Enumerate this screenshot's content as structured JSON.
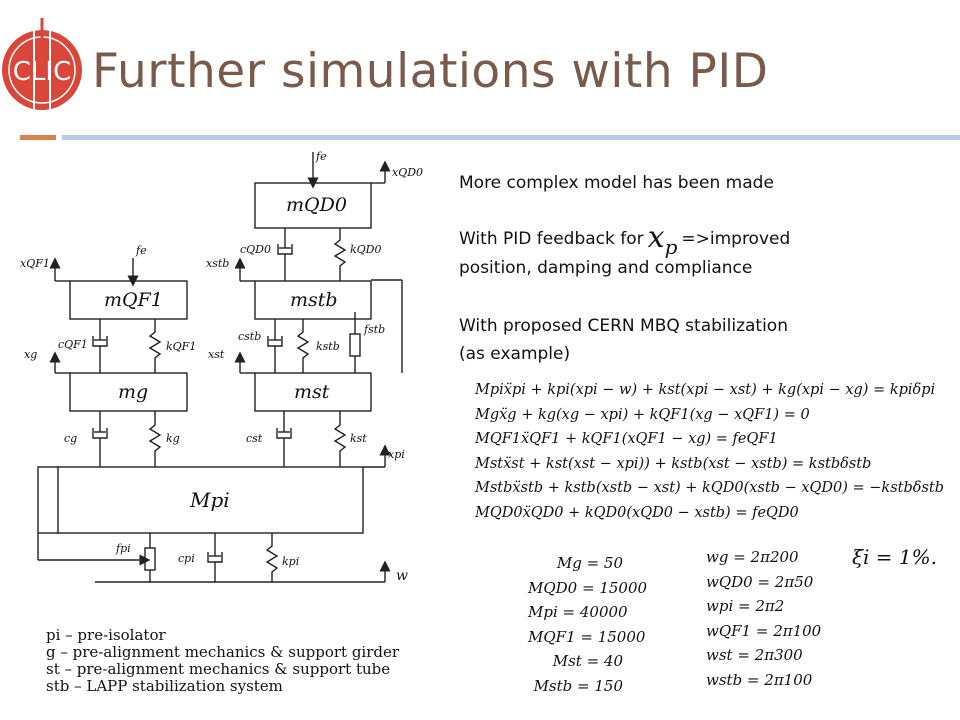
{
  "slide": {
    "title": "Further simulations with PID",
    "logo_text": "CLIC"
  },
  "body": {
    "line1": "More complex model has been made",
    "line2_pre": "With PID feedback for",
    "line2_var": "x",
    "line2_sub": "p",
    "line2_post": "=>improved",
    "line3": "position, damping and compliance",
    "line4": "With proposed CERN MBQ stabilization",
    "line5": "(as example)"
  },
  "legend": [
    "pi – pre-isolator",
    "g – pre-alignment mechanics & support girder",
    "st – pre-alignment mechanics & support tube",
    "stb – LAPP stabilization system"
  ],
  "equations": [
    "Mpiẍpi + kpi(xpi − w) + kst(xpi − xst) + kg(xpi − xg) = kpiδpi",
    "Mgẍg + kg(xg − xpi) + kQF1(xg − xQF1) = 0",
    "MQF1ẍQF1 + kQF1(xQF1 − xg) = feQF1",
    "Mstẍst + kst(xst − xpi)) + kstb(xst − xstb) = kstbδstb",
    "Mstbẍstb + kstb(xstb − xst) + kQD0(xstb − xQD0) = −kstbδstb",
    "MQD0ẍQD0 + kQD0(xQD0 − xstb) = feQD0"
  ],
  "params_left": [
    "Mg = 50",
    "MQD0 = 15000",
    "Mpi = 40000",
    "MQF1 = 15000",
    "Mst = 40",
    "Mstb = 150"
  ],
  "params_right": [
    "wg = 2π200",
    "wQD0 = 2π50",
    "wpi = 2π2",
    "wQF1 = 2π100",
    "wst = 2π300",
    "wstb = 2π100"
  ],
  "damping": "ξi = 1%.",
  "diagram": {
    "masses": {
      "qd0": "mQD0",
      "qf1": "mQF1",
      "stb": "mstb",
      "g": "mg",
      "st": "mst",
      "pi": "Mpi"
    },
    "labels": {
      "fe": "fe",
      "xqd0": "xQD0",
      "xqf1": "xQF1",
      "xstb": "xstb",
      "xg": "xg",
      "xst": "xst",
      "xpi": "xpi",
      "w": "w",
      "cqd0": "cQD0",
      "kqd0": "kQD0",
      "cqf1": "cQF1",
      "kqf1": "kQF1",
      "cstb": "cstb",
      "kstb": "kstb",
      "fstb": "fstb",
      "cg": "cg",
      "kg": "kg",
      "cst": "cst",
      "kst": "kst",
      "fpi": "fpi",
      "cpi": "cpi",
      "kpi": "kpi"
    }
  },
  "colors": {
    "title": "#7a5a4a",
    "accent_orange": "#d9824a",
    "accent_blue": "#b5cce4",
    "logo_red": "#d9473a"
  }
}
